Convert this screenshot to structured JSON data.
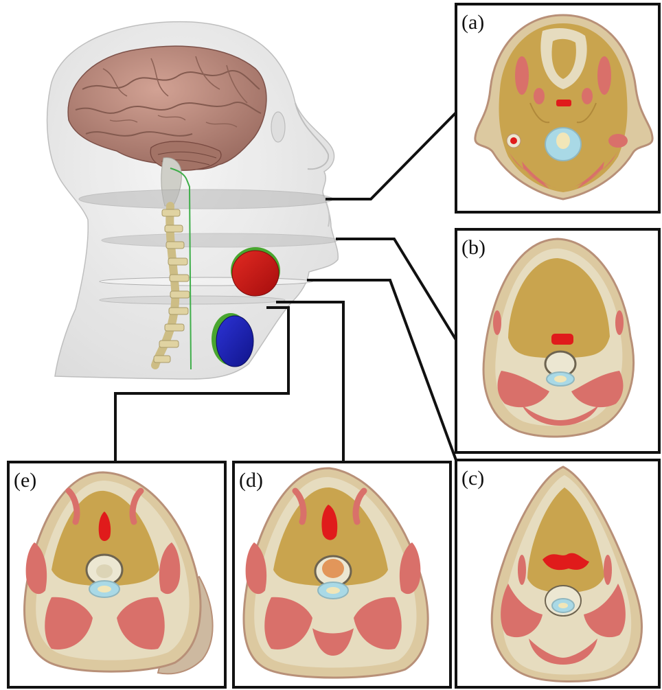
{
  "figure": {
    "panels": [
      {
        "id": "a",
        "label": "(a)"
      },
      {
        "id": "b",
        "label": "(b)"
      },
      {
        "id": "c",
        "label": "(c)"
      },
      {
        "id": "d",
        "label": "(d)"
      },
      {
        "id": "e",
        "label": "(e)"
      }
    ],
    "colors": {
      "muscle": "#d9706a",
      "soft_tissue": "#c9a44e",
      "skin": "#dcc9a0",
      "fat": "#e6dcbf",
      "bone": "#ece7d2",
      "csf": "#a9d9e6",
      "airway_red": "#e01b1b",
      "brain": "#b98a7e",
      "electrode_red": "#cc1111",
      "electrode_blue": "#1a1fb5",
      "electrode_green": "#49a62f",
      "spine": "#d9cb98",
      "head_transparent": "#e9e9e9"
    }
  }
}
